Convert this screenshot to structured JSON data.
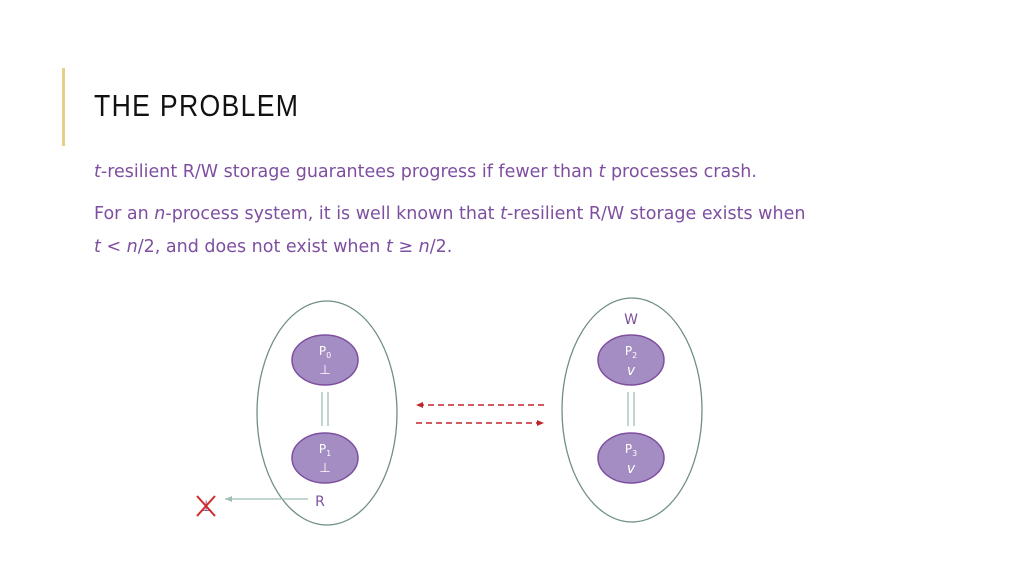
{
  "slide": {
    "title": "THE PROBLEM",
    "para1": {
      "t": "t",
      "rest": "-resilient R/W storage guarantees progress if fewer than ",
      "t2": "t",
      "end": " processes crash."
    },
    "para2": {
      "line1": {
        "a": "For an ",
        "n": "n",
        "b": "-process system, it is well known that ",
        "t": "t",
        "c": "-resilient R/W storage exists when"
      },
      "line2": {
        "t": "t",
        "a": " < ",
        "n": "n",
        "b": "/2, and does not exist when ",
        "t2": "t",
        "c": " ≥ ",
        "n2": "n",
        "d": "/2."
      }
    }
  },
  "diagram": {
    "left_group": {
      "op_label": "R",
      "nodes": [
        {
          "name": "P",
          "sub": "0",
          "value": "⊥"
        },
        {
          "name": "P",
          "sub": "1",
          "value": "⊥"
        }
      ],
      "result_value": "⊥"
    },
    "right_group": {
      "op_label": "W",
      "nodes": [
        {
          "name": "P",
          "sub": "2",
          "value": "v"
        },
        {
          "name": "P",
          "sub": "3",
          "value": "v"
        }
      ]
    },
    "colors": {
      "node_fill": "#a48dc2",
      "node_stroke": "#7e4fa0",
      "group_stroke": "#6f8f86",
      "link": "#9fbfb8",
      "partition_arrow": "#c0272d",
      "cross": "#d12a2a",
      "text_purple": "#7e4fa0"
    }
  }
}
